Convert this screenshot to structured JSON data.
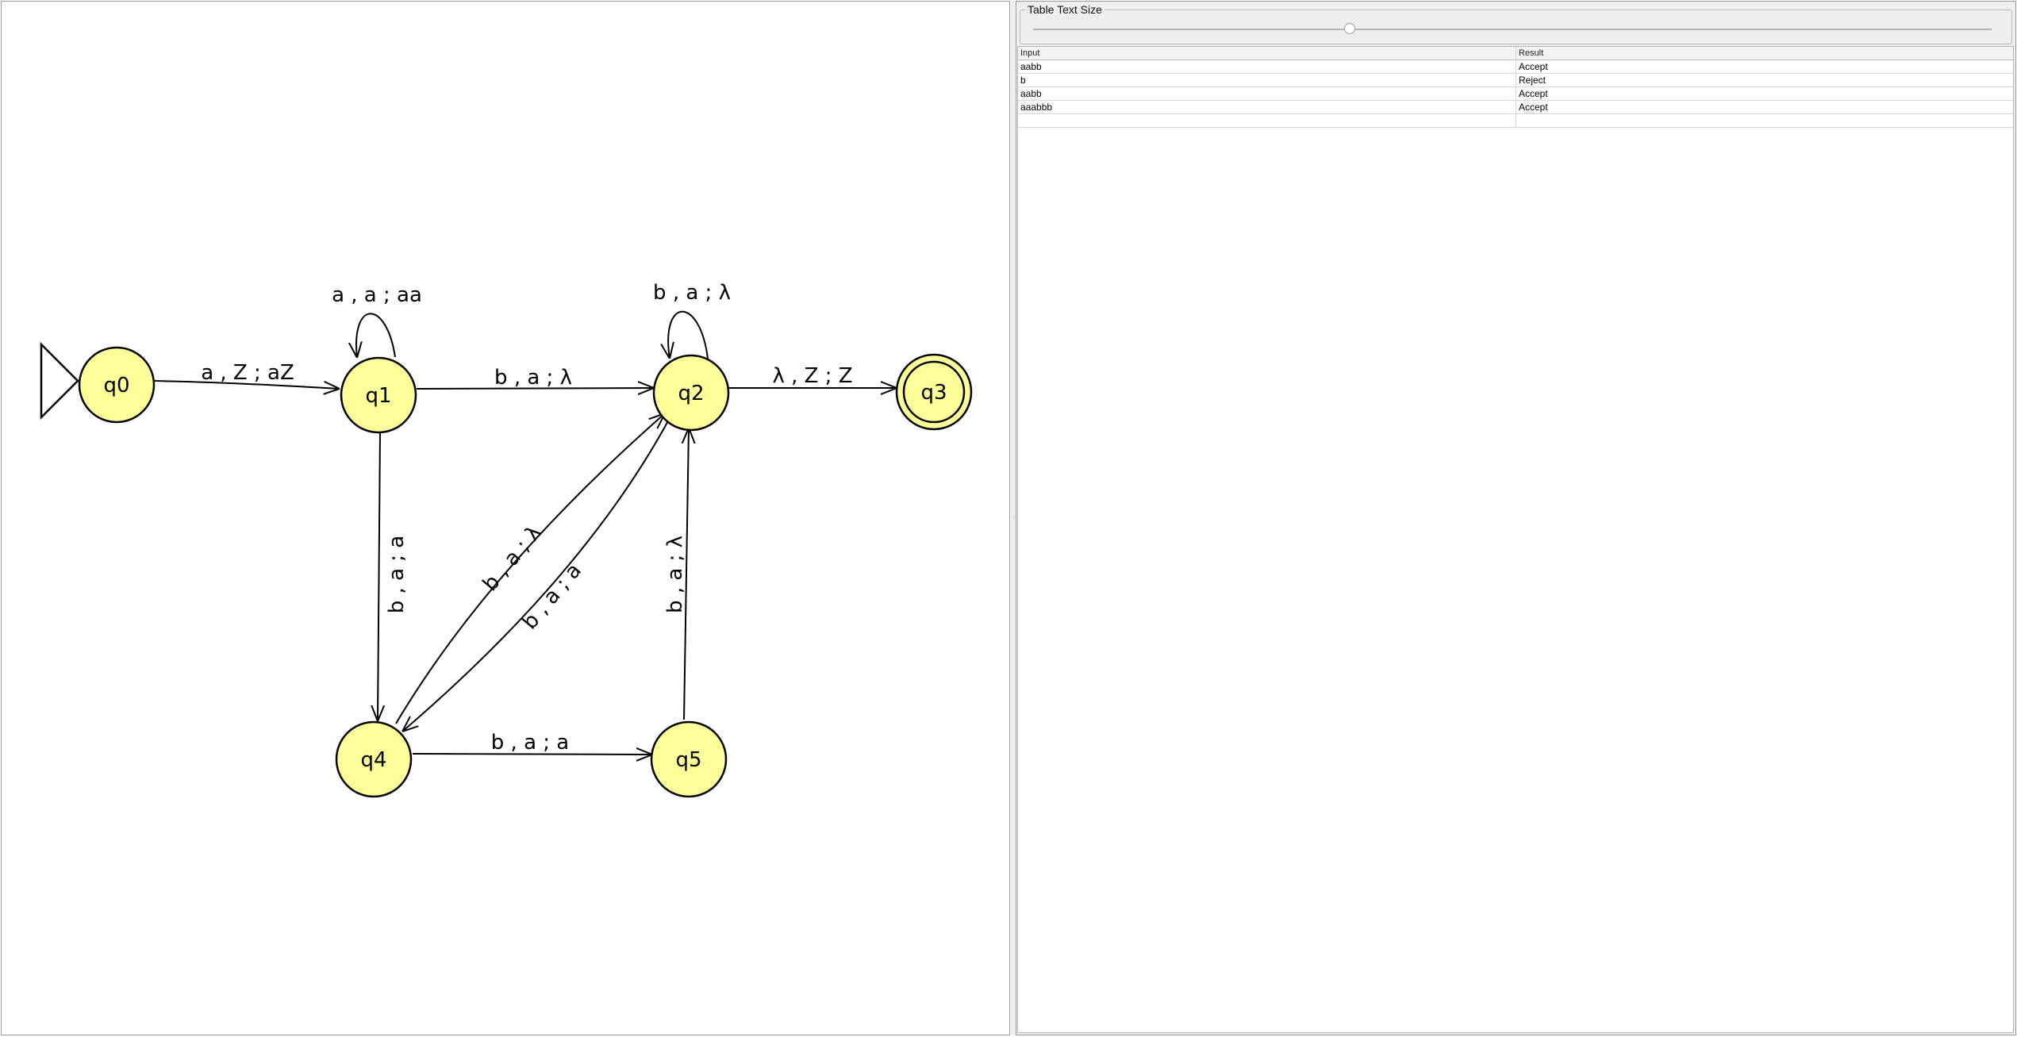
{
  "canvas": {
    "colors": {
      "state_fill": "#ffff99",
      "stroke": "#000000"
    },
    "states": [
      "q0",
      "q1",
      "q2",
      "q3",
      "q4",
      "q5"
    ],
    "initial_state": "q0",
    "final_states": [
      "q3"
    ],
    "transitions": [
      {
        "from": "q0",
        "to": "q1",
        "label": "a , Z ; aZ"
      },
      {
        "from": "q1",
        "to": "q1",
        "label": "a , a ; aa"
      },
      {
        "from": "q1",
        "to": "q2",
        "label": "b , a ; λ"
      },
      {
        "from": "q2",
        "to": "q2",
        "label": "b , a ; λ"
      },
      {
        "from": "q2",
        "to": "q3",
        "label": "λ , Z ; Z"
      },
      {
        "from": "q1",
        "to": "q4",
        "label": "b , a ; a"
      },
      {
        "from": "q4",
        "to": "q2",
        "label": "b , a ; λ"
      },
      {
        "from": "q2",
        "to": "q4",
        "label": "b , a ; a"
      },
      {
        "from": "q5",
        "to": "q2",
        "label": "b , a ; λ"
      },
      {
        "from": "q4",
        "to": "q5",
        "label": "b , a ; a"
      }
    ]
  },
  "slider": {
    "title": "Table Text Size",
    "value_fraction": 0.33
  },
  "table": {
    "columns": [
      "Input",
      "Result"
    ],
    "rows": [
      {
        "input": "aabb",
        "result": "Accept"
      },
      {
        "input": "b",
        "result": "Reject"
      },
      {
        "input": "aabb",
        "result": "Accept"
      },
      {
        "input": "aaabbb",
        "result": "Accept"
      },
      {
        "input": "",
        "result": ""
      }
    ]
  }
}
